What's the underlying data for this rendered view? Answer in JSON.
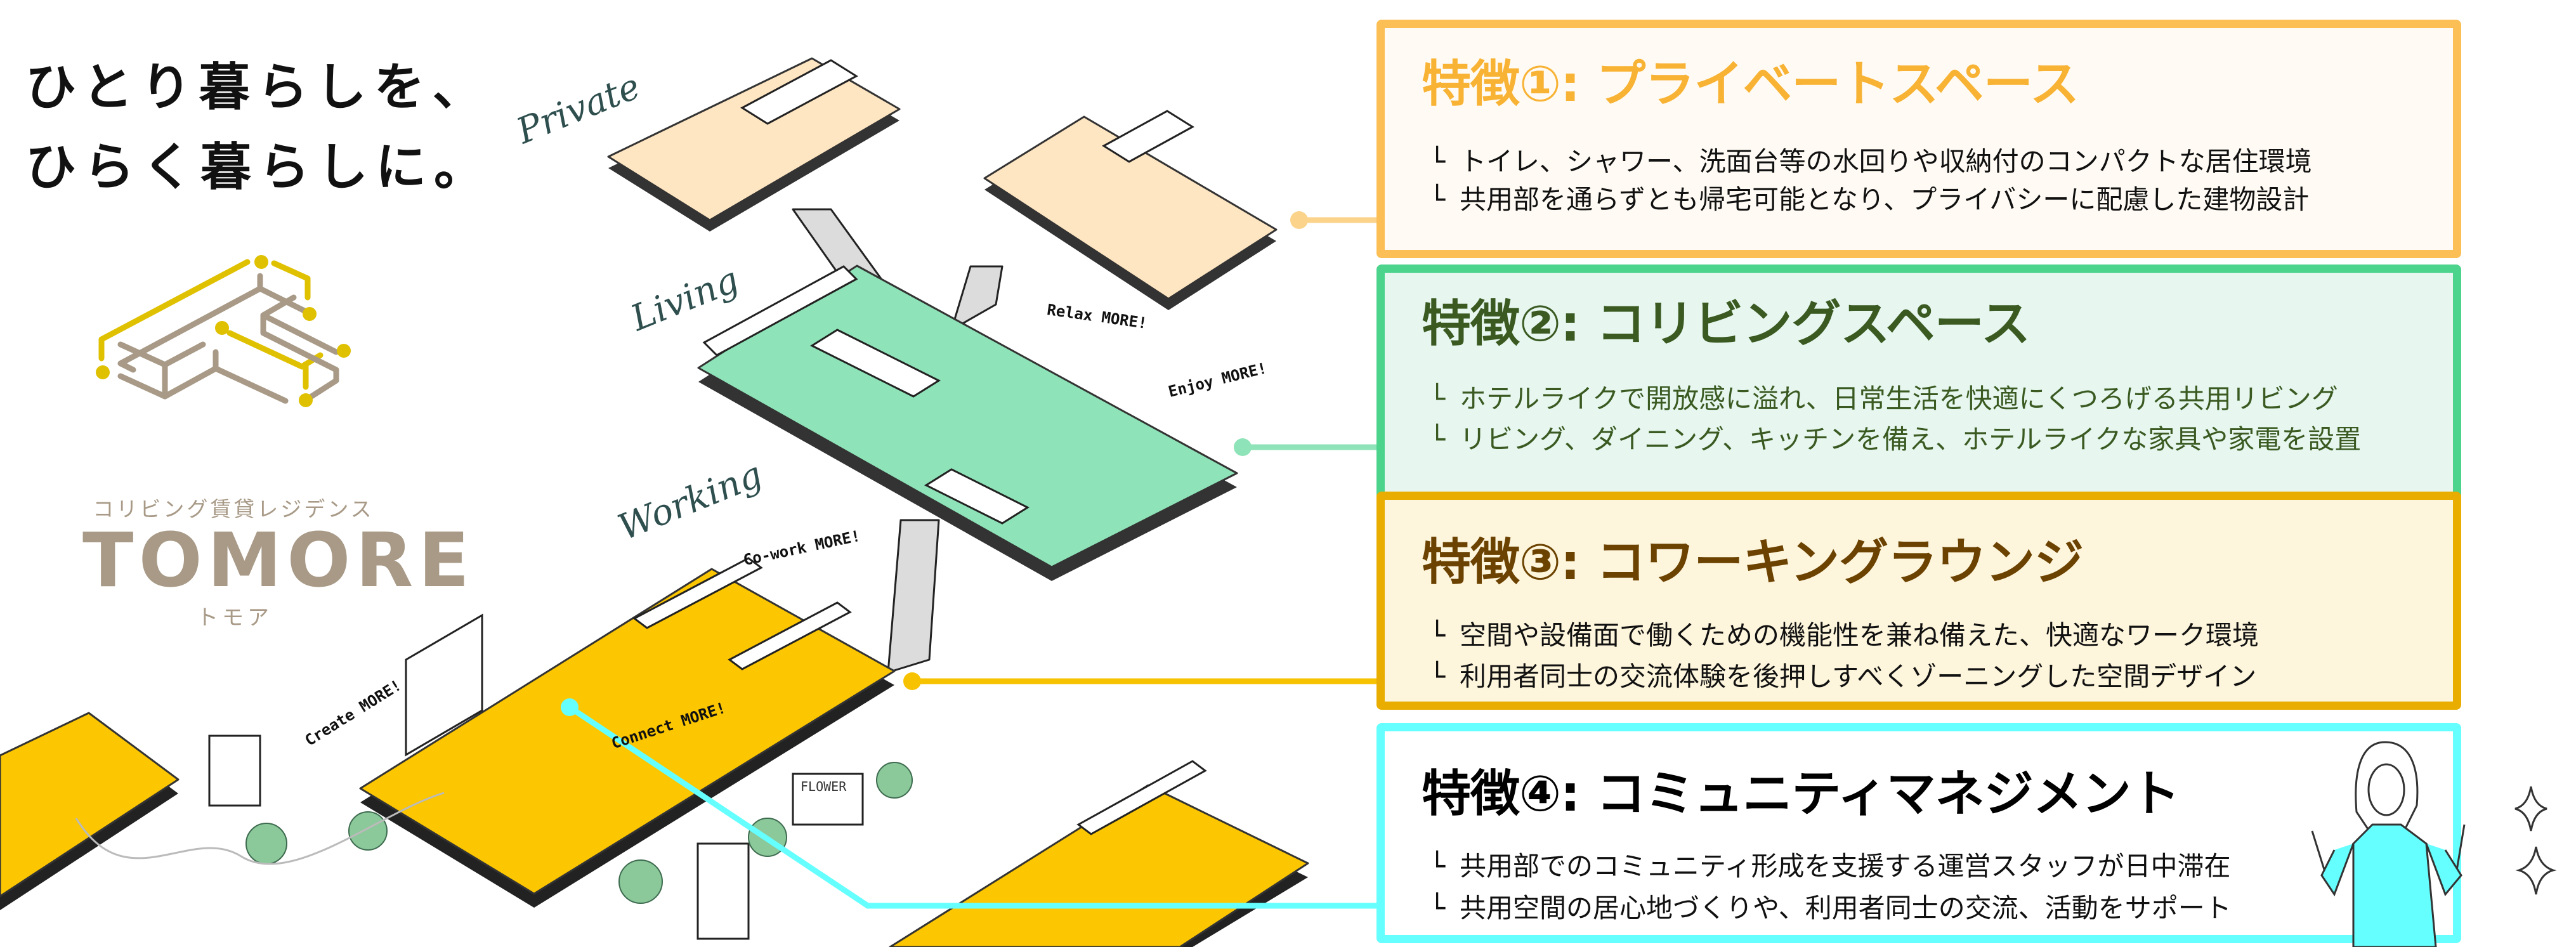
{
  "headline": {
    "line1": "ひとり暮らしを、",
    "line2": "ひらく暮らしに。"
  },
  "logo": {
    "subtitle": "コリビング賃貸レジデンス",
    "brand": "TOMORE",
    "kana": "トモア"
  },
  "illustration": {
    "floor_labels": {
      "private": "Private",
      "living": "Living",
      "working": "Working"
    },
    "callouts": {
      "relax": "Relax MORE!",
      "enjoy": "Enjoy MORE!",
      "cowork": "Co-work MORE!",
      "create": "Create MORE!",
      "connect": "Connect MORE!"
    },
    "shop_sign": "FLOWER"
  },
  "features": [
    {
      "title": "特徴①: プライベートスペース",
      "bullet_mark": "└",
      "bullets": [
        "トイレ、シャワー、洗面台等の水回りや収納付のコンパクトな居住環境",
        "共用部を通らずとも帰宅可能となり、プライバシーに配慮した建物設計"
      ],
      "colors": {
        "border": "#fbbf55",
        "bg": "#fffbf4",
        "title": "#f8b234",
        "text": "#111111"
      }
    },
    {
      "title": "特徴②: コリビングスペース",
      "bullet_mark": "└",
      "bullets": [
        "ホテルライクで開放感に溢れ、日常生活を快適にくつろげる共用リビング",
        "リビング、ダイニング、キッチンを備え、ホテルライクな家具や家電を設置"
      ],
      "colors": {
        "border": "#4cd38c",
        "bg": "#e7f7ef",
        "title": "#3a5a22",
        "text": "#3a5a22"
      }
    },
    {
      "title": "特徴③: コワーキングラウンジ",
      "bullet_mark": "└",
      "bullets": [
        "空間や設備面で働くための機能性を兼ね備えた、快適なワーク環境",
        "利用者同士の交流体験を後押しすべくゾーニングした空間デザイン"
      ],
      "colors": {
        "border": "#e9ad00",
        "bg": "#fdf5dc",
        "title": "#6b4200",
        "text": "#111111"
      }
    },
    {
      "title": "特徴④: コミュニティマネジメント",
      "bullet_mark": "└",
      "bullets": [
        "共用部でのコミュニティ形成を支援する運営スタッフが日中滞在",
        "共用空間の居心地づくりや、利用者同士の交流、活動をサポート"
      ],
      "colors": {
        "border": "#66ffff",
        "bg": "#ffffff",
        "title": "#000000",
        "text": "#111111"
      }
    }
  ]
}
